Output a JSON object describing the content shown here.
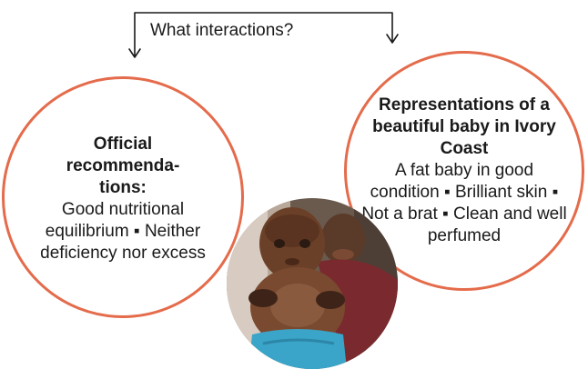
{
  "question": "What interactions?",
  "official": {
    "title": "Official recommenda-tions:",
    "body": "Good nutritional equilibrium ▪ Neither deficiency nor excess"
  },
  "representations": {
    "title": "Representations of a beautiful baby in Ivory Coast",
    "body": "A fat baby in good condition ▪ Brilliant skin ▪ Not a brat ▪ Clean and well perfumed"
  },
  "colors": {
    "circle_border": "#e46b4b",
    "connector": "#1a1a1a"
  }
}
